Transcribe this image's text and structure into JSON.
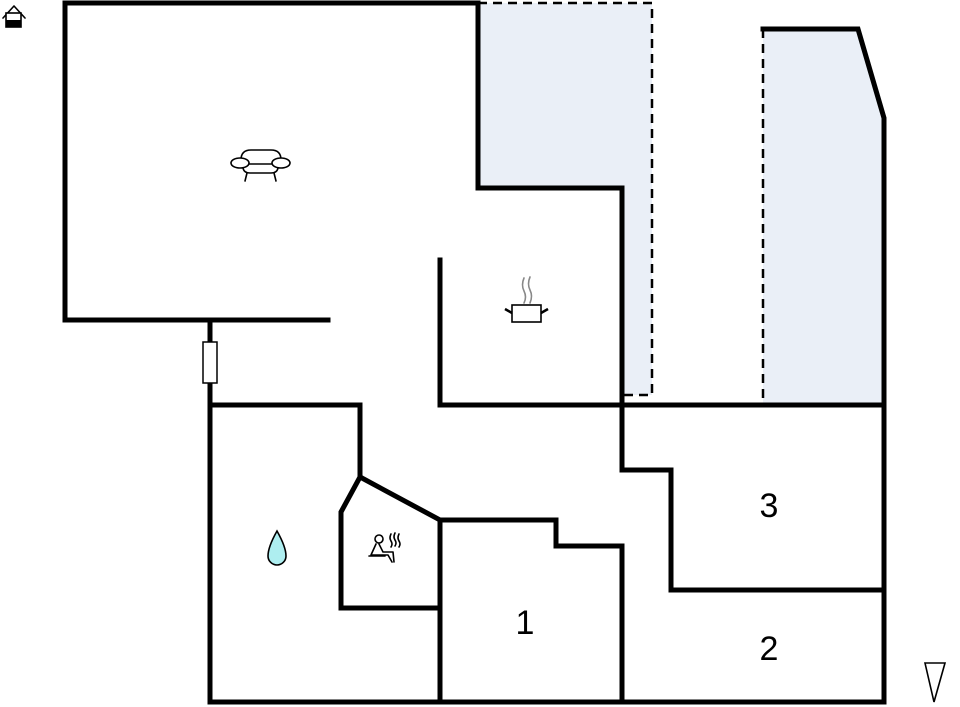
{
  "floorplan": {
    "room_labels": [
      "3",
      "1",
      "2"
    ],
    "icons": [
      "home-floor-icon",
      "sofa-icon",
      "cooking-pot-icon",
      "sauna-icon",
      "water-drop-icon",
      "north-arrow-icon"
    ],
    "colors": {
      "wall": "#000000",
      "outdoor_area": "#eaeff7",
      "water_drop": "#aeeef0"
    }
  }
}
